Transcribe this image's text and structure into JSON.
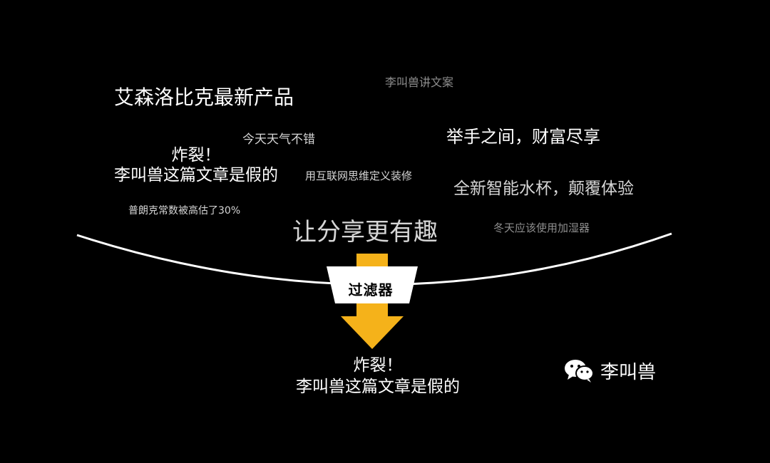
{
  "messages": {
    "m1": "艾森洛比克最新产品",
    "m2": "李叫兽讲文案",
    "m3": "今天天气不错",
    "m4": "举手之间，财富尽享",
    "m5_line1": "炸裂！",
    "m5_line2": "李叫兽这篇文章是假的",
    "m6": "用互联网思维定义装修",
    "m7": "全新智能水杯，颠覆体验",
    "m8": "普朗克常数被高估了30%",
    "m9": "让分享更有趣",
    "m10": "冬天应该使用加湿器"
  },
  "filter": {
    "label": "过滤器"
  },
  "result": {
    "line1": "炸裂！",
    "line2": "李叫兽这篇文章是假的"
  },
  "brand": {
    "name": "李叫兽",
    "icon": "wechat-icon"
  },
  "colors": {
    "background": "#000000",
    "arrow": "#f5b21a",
    "funnel": "#ffffff",
    "curve": "#ffffff"
  }
}
